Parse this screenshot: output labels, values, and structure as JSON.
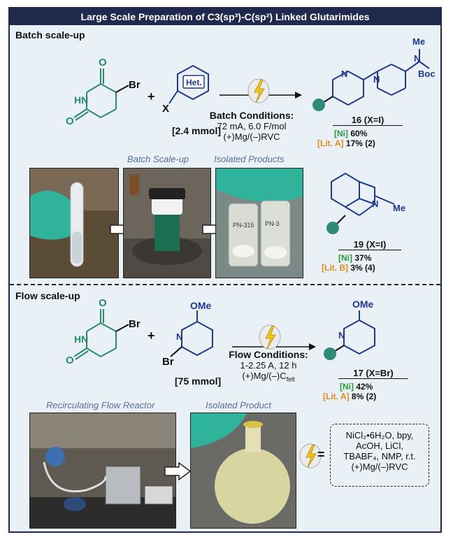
{
  "title": "Large Scale Preparation of C3(sp³)-C(sp²) Linked Glutarimides",
  "batch": {
    "section_label": "Batch scale-up",
    "reagent_amount": "[2.4 mmol]",
    "conditions_title": "Batch Conditions:",
    "conditions_line1": "72 mA, 6.0 F/mol",
    "conditions_line2": "(+)Mg/(–)RVC",
    "caption_batch": "Batch Scale-up",
    "caption_products": "Isolated Products",
    "product16": {
      "label": "16 (X=I)",
      "ni_tag": "[Ni]",
      "ni_yield": "60%",
      "lit_tag": "[Lit. A]",
      "lit_yield": "17% (2)"
    },
    "product19": {
      "label": "19 (X=I)",
      "ni_tag": "[Ni]",
      "ni_yield": "37%",
      "lit_tag": "[Lit. B]",
      "lit_yield": "3% (4)"
    },
    "vial_labels": [
      "PN-315",
      "PN-3"
    ]
  },
  "flow": {
    "section_label": "Flow scale-up",
    "reagent_amount": "[75 mmol]",
    "conditions_title": "Flow Conditions:",
    "conditions_line1": "1-2.25 A, 12 h",
    "conditions_line2": "(+)Mg/(–)C",
    "conditions_sub": "felt",
    "caption_reactor": "Recirculating Flow Reactor",
    "caption_product": "Isolated Product",
    "product17": {
      "label": "17 (X=Br)",
      "ni_tag": "[Ni]",
      "ni_yield": "42%",
      "lit_tag": "[Lit. A]",
      "lit_yield": "8% (2)"
    }
  },
  "structure_labels": {
    "hn": "HN",
    "br": "Br",
    "x": "X",
    "het": "Het.",
    "plus": "+",
    "n": "N",
    "me": "Me",
    "boc": "Boc",
    "ome": "OMe",
    "o": "O",
    "equals": "="
  },
  "legend": {
    "line1": "NiCl₂•6H₂O, bpy,",
    "line2": "AcOH, LiCl,",
    "line3": "TBABF₄, NMP, r.t.",
    "line4": "(+)Mg/(–)RVC"
  },
  "colors": {
    "title_bar": "#1f2a4d",
    "panel_bg": "#e9f1f7",
    "structure_green": "#2a8a6c",
    "structure_blue": "#1f3a8a",
    "ni_green": "#2a9b3c",
    "lit_orange": "#e08a1e",
    "teal_dot": "#2e8b78",
    "lightning": "#f0c419"
  }
}
